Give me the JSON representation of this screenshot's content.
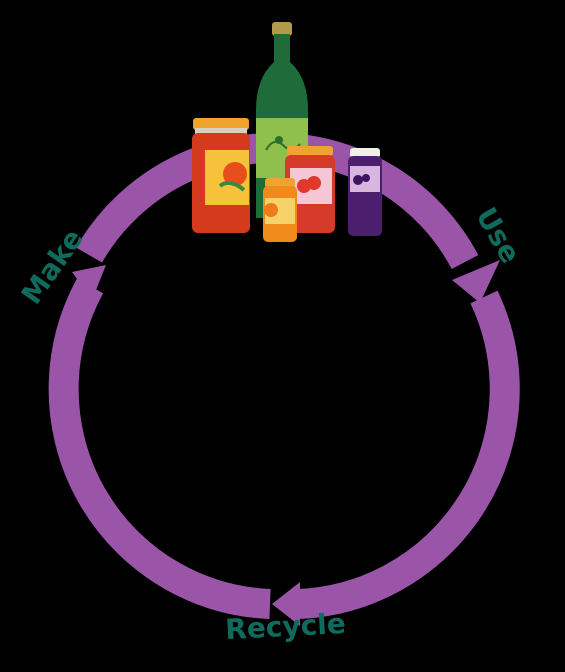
{
  "cycle": {
    "stages": {
      "make": "Make",
      "use": "Use",
      "recycle": "Recycle"
    }
  },
  "colors": {
    "background": "#000000",
    "ring": "#9b55a8",
    "label": "#0f6b5c"
  },
  "icons": [
    "bottle-icon",
    "tomato-sauce-jar-icon",
    "orange-jam-jar-icon",
    "strawberry-jam-jar-icon",
    "blackberry-jam-jar-icon"
  ]
}
